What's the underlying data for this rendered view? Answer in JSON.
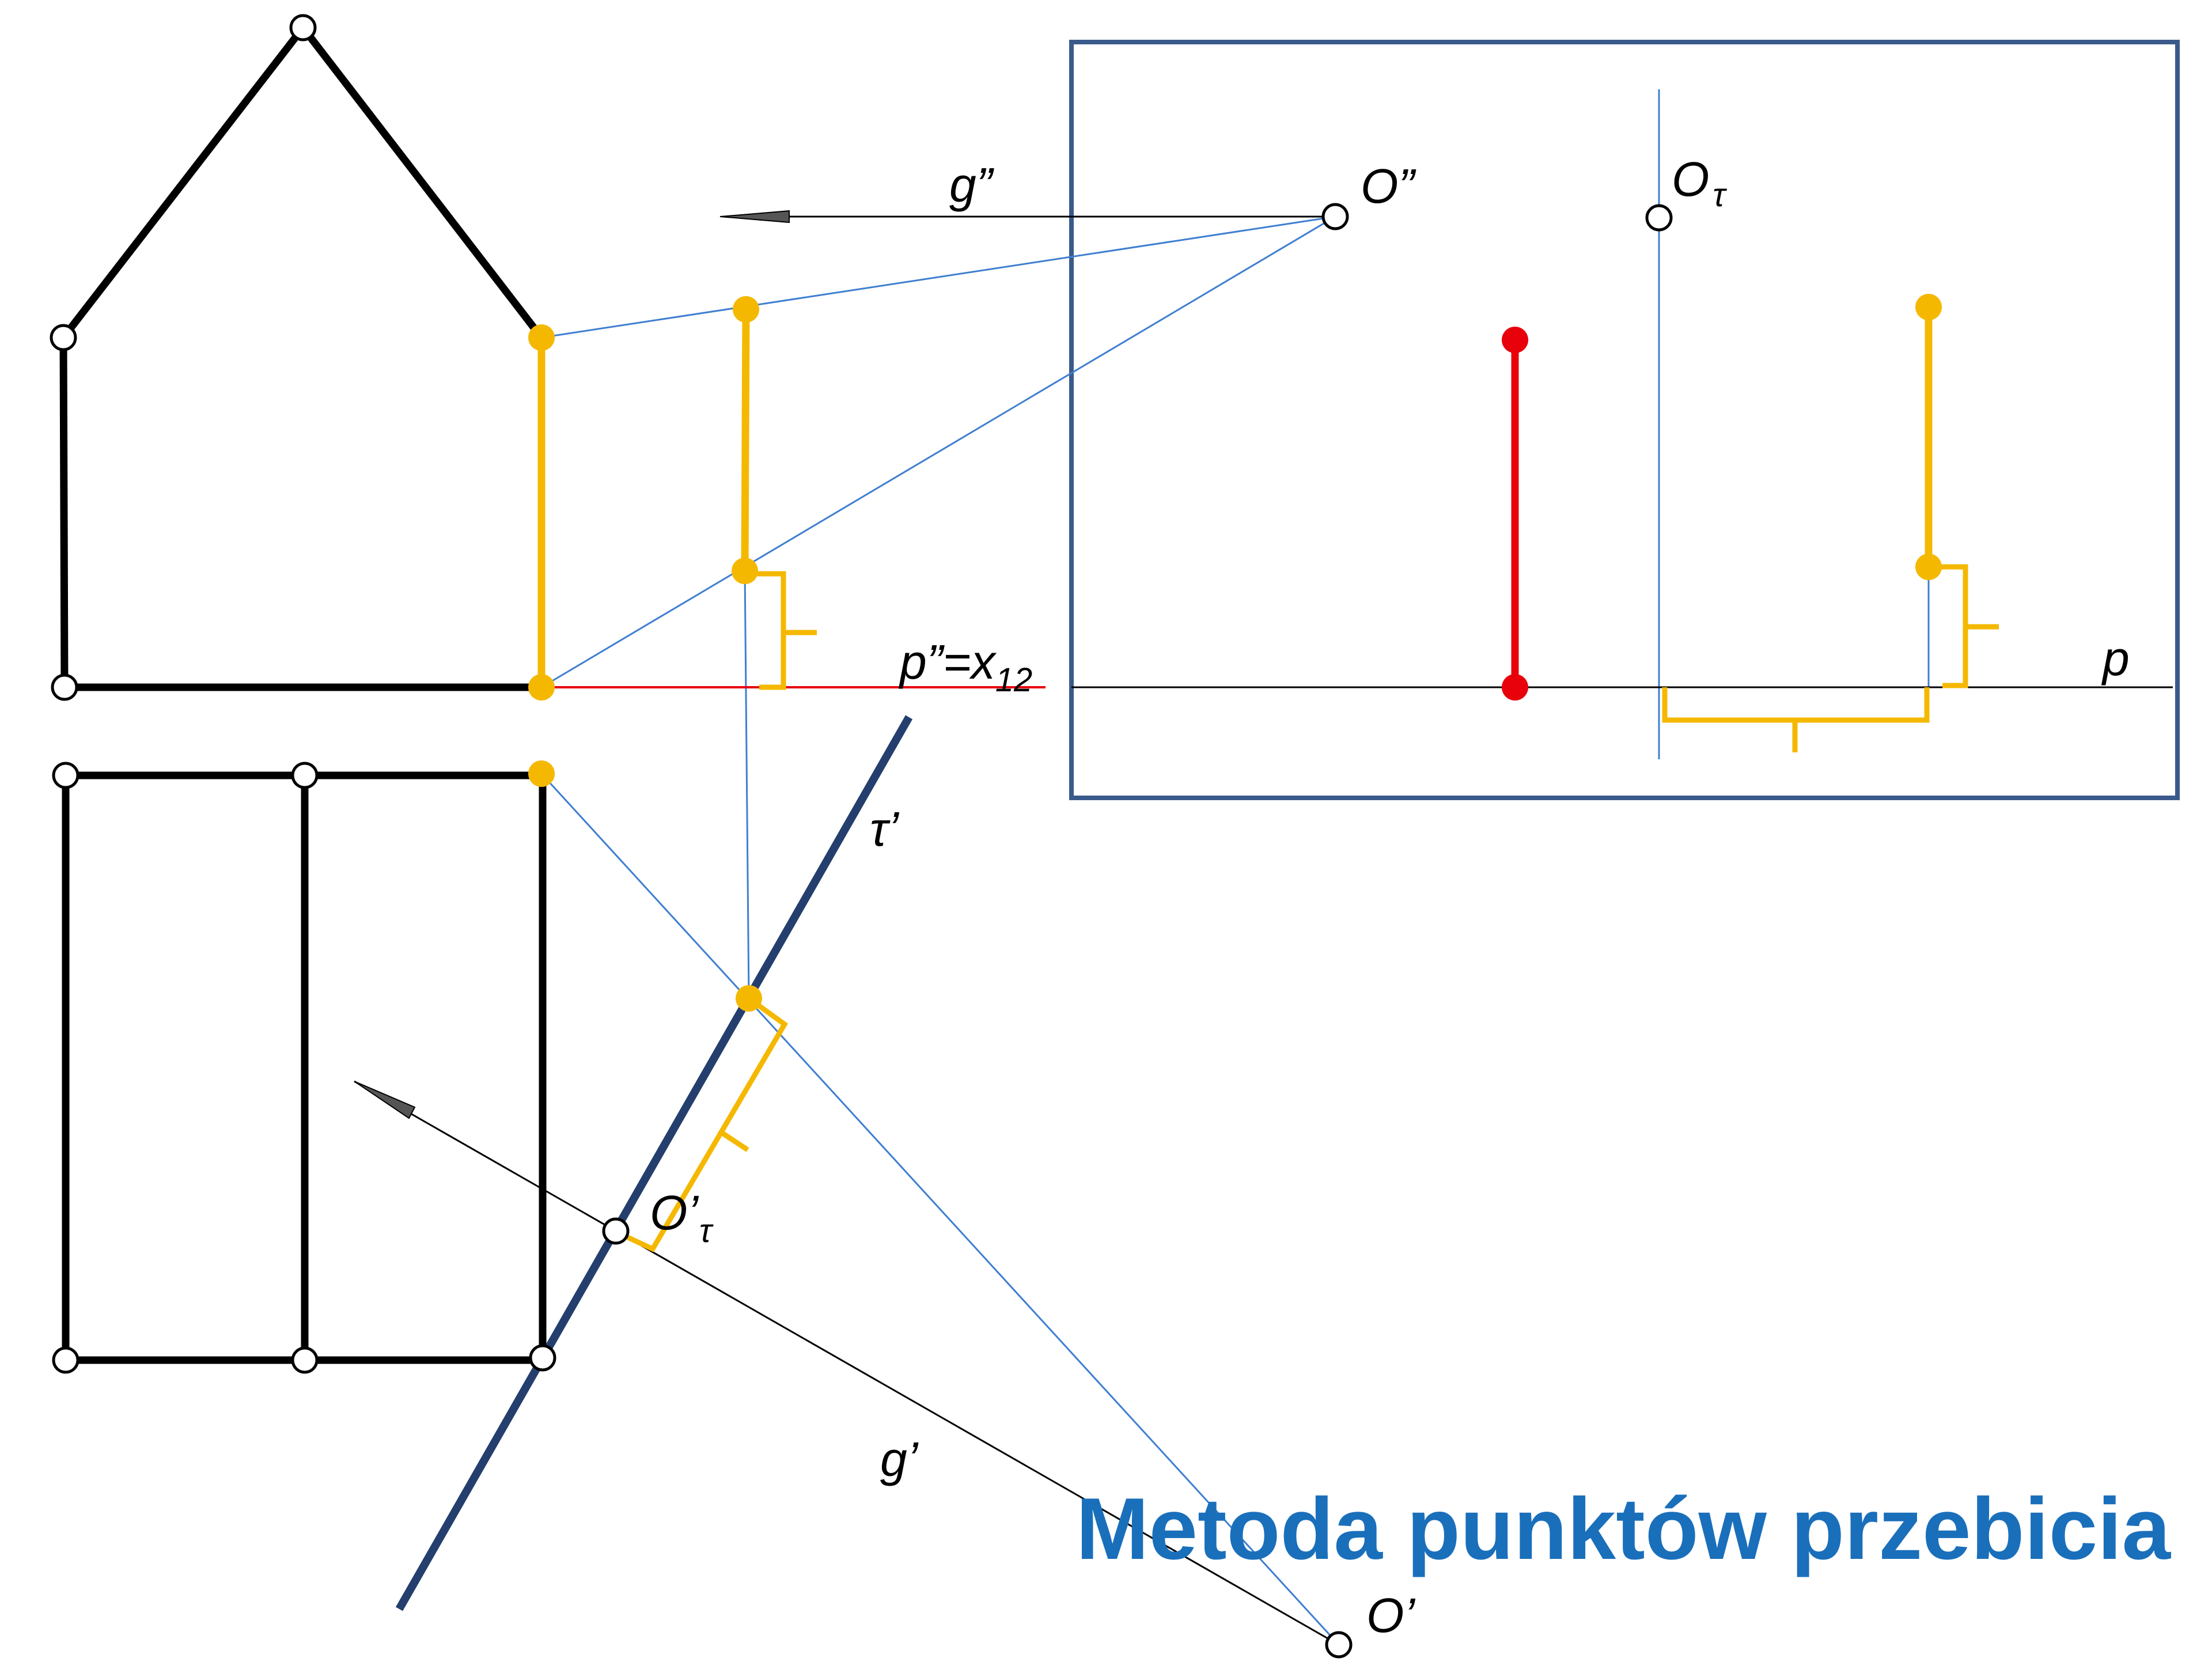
{
  "title": "Metoda punktów przebicia",
  "colors": {
    "title": "#1a6fbb",
    "frame": "#3b5a8c",
    "trace": "#243f6e",
    "ray": "#3f7fd0",
    "highlight": "#f5b800",
    "red": "#e8000b",
    "black": "#000000"
  },
  "labels": {
    "g_double": "g”",
    "o_double": "O”",
    "o_tau": "O",
    "tau_symbol": "τ",
    "p_double": "p”=x",
    "p_double_sub": "12",
    "p": "p",
    "tau_prime": "τ’",
    "o_prime_tau": "O’",
    "o_prime_tau_sub": "τ",
    "g_prime": "g’",
    "o_prime": "O’"
  }
}
